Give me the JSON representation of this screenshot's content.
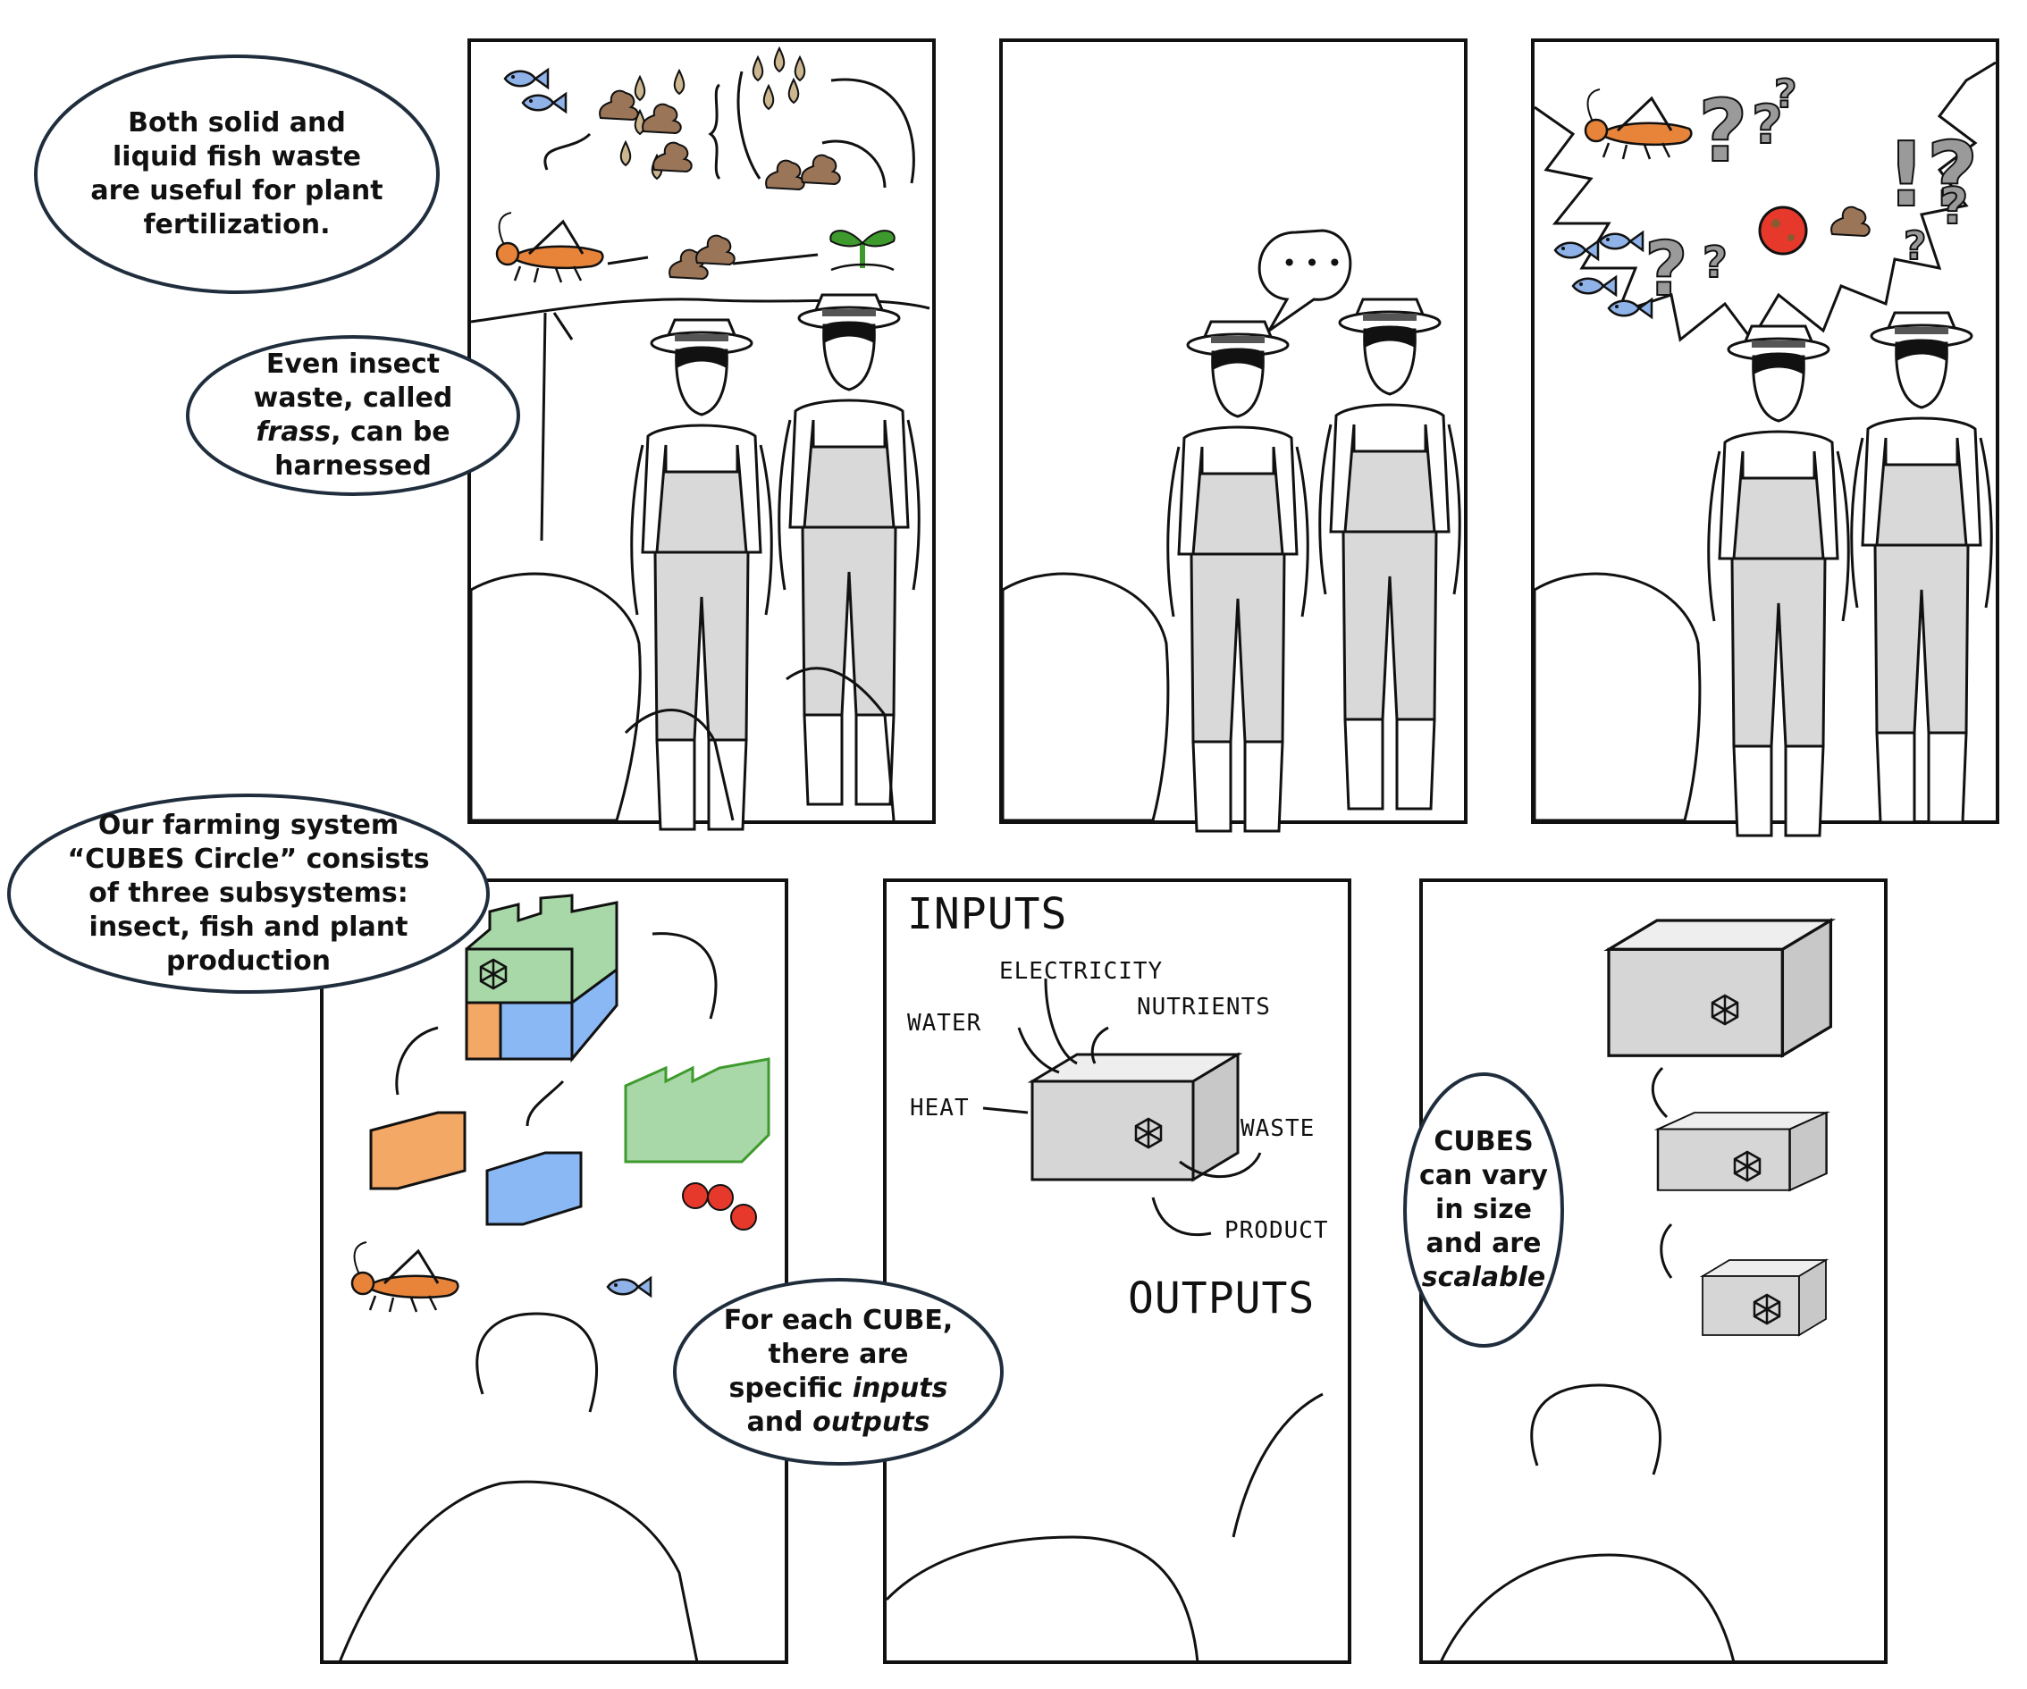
{
  "captions": {
    "fish_waste": [
      "Both solid and",
      "liquid fish waste",
      "are useful for plant",
      "fertilization."
    ],
    "frass": {
      "line1": "Even insect",
      "line2": "waste, called",
      "line3_em": "frass",
      "line3_rest": ", can be",
      "line4": "harnessed"
    },
    "system": {
      "line1": "Our farming system",
      "line2_open": "“",
      "line2_bold": "CUBES Circle",
      "line2_close": "” consists",
      "line3": "of three subsystems:",
      "line4": "insect, fish and plant",
      "line5": "production"
    },
    "each_cube": {
      "line1": "For each CUBE,",
      "line2": "there are",
      "line3_pre": "specific ",
      "line3_em": "inputs",
      "line4_pre": "and ",
      "line4_em": "outputs"
    },
    "scalable": {
      "line1": "CUBES",
      "line2": "can vary",
      "line3": "in size",
      "line4": "and are",
      "line5_em": "scalable"
    }
  },
  "speech": {
    "dots": "• • •"
  },
  "io_diagram": {
    "inputs_title": "INPUTS",
    "outputs_title": "OUTPUTS",
    "inputs": [
      "ELECTRICITY",
      "WATER",
      "NUTRIENTS",
      "HEAT"
    ],
    "outputs": [
      "WASTE",
      "PRODUCT"
    ]
  },
  "colors": {
    "outline": "#111111",
    "clothing": "#d9d9d9",
    "insect_orange": "#e8843a",
    "fish_blue": "#8fb3e8",
    "waste_brown": "#9a7558",
    "plant_green": "#3e9a2c",
    "box_green": "#a8d8a8",
    "box_orange": "#f4a866",
    "box_blue": "#8ab8f4",
    "tomato_red": "#e6392c",
    "question_grey": "#9a9a9a",
    "cube_grey": "#d6d6d6"
  },
  "icons": [
    "fish-icon",
    "grasshopper-icon",
    "waste-drop-icon",
    "poop-icon",
    "seedling-icon",
    "question-mark-icon",
    "tomato-icon",
    "cube-icon",
    "logo-icon",
    "speech-bubble-icon"
  ]
}
